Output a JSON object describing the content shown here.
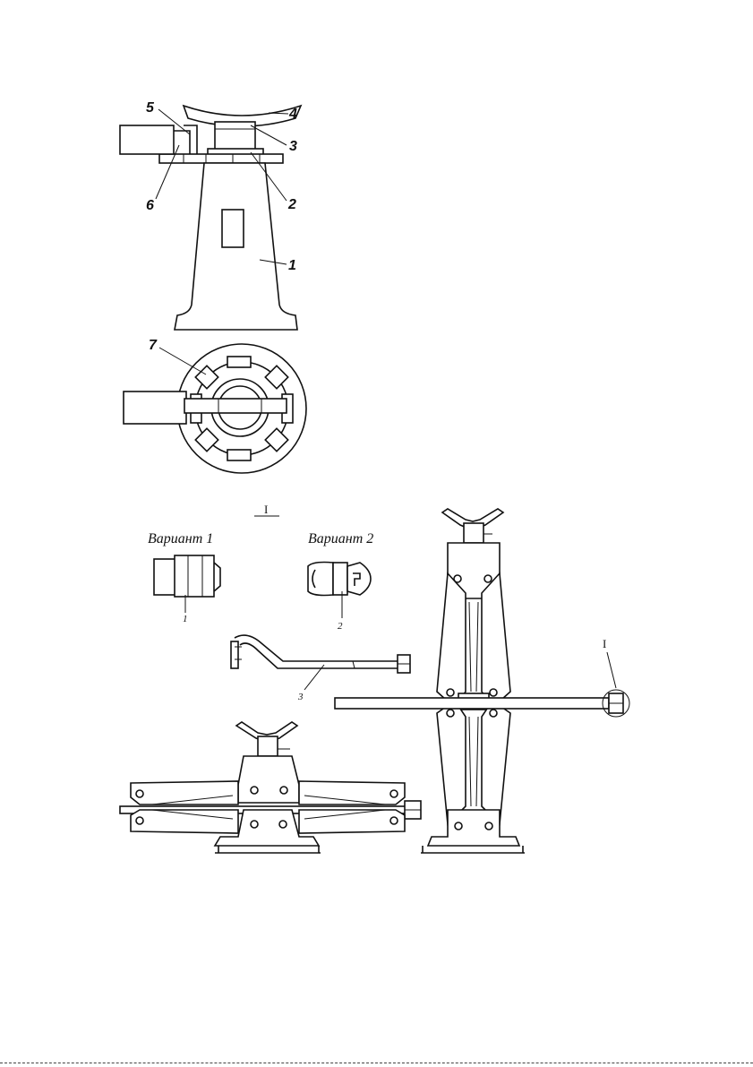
{
  "figure1": {
    "labels": {
      "l1": "1",
      "l2": "2",
      "l3": "3",
      "l4": "4",
      "l5": "5",
      "l6": "6",
      "l7": "7"
    }
  },
  "figure2": {
    "detail_label": "I",
    "variant1": "Вариант 1",
    "variant2": "Вариант 2",
    "part1": "1",
    "part2": "2",
    "part3": "3",
    "callout": "I"
  }
}
